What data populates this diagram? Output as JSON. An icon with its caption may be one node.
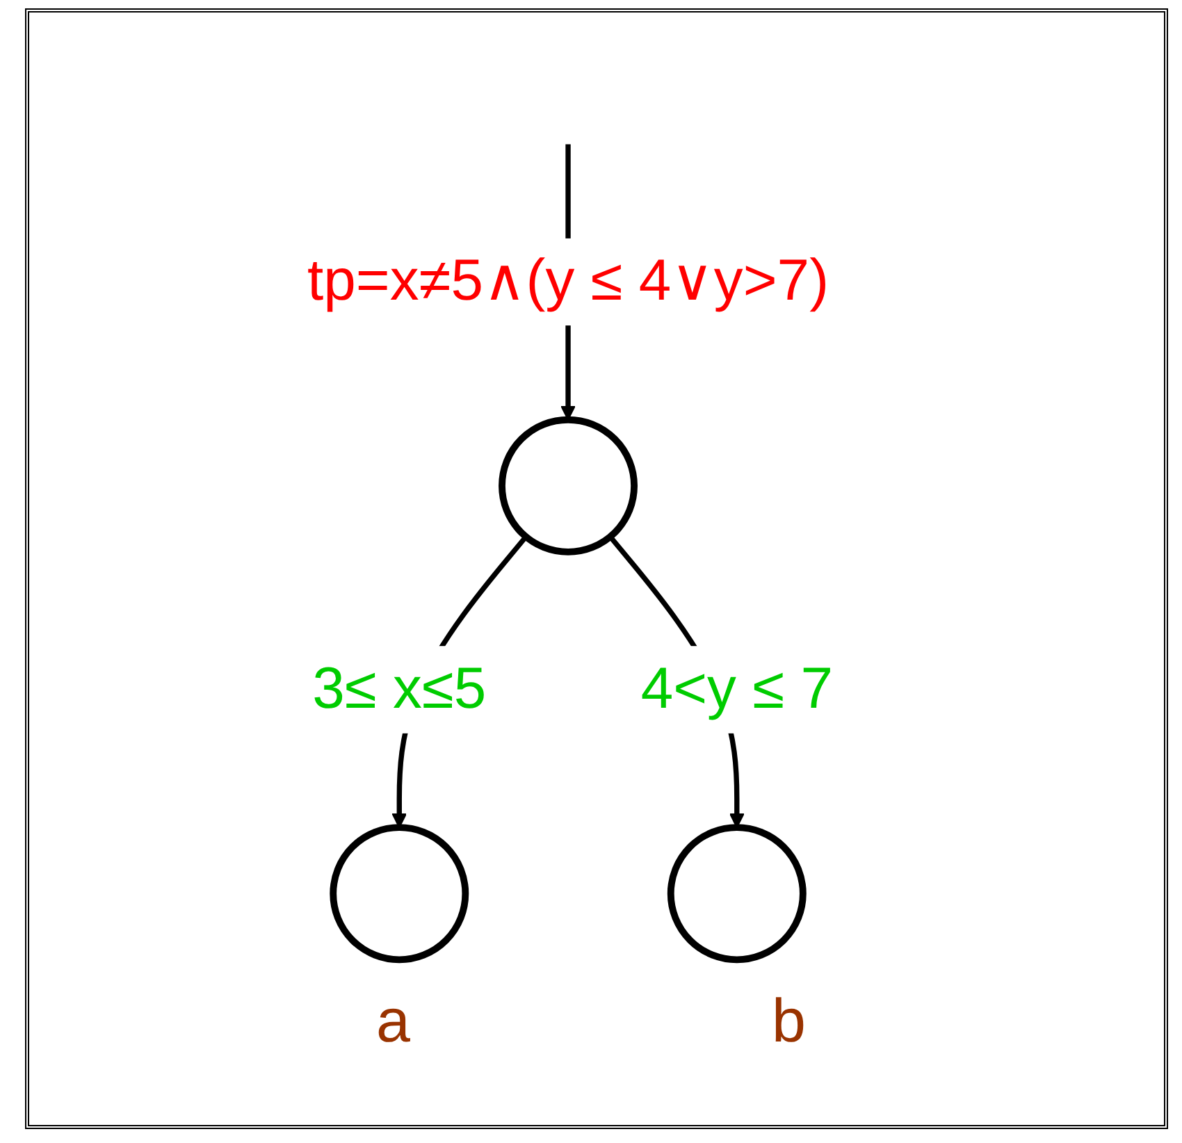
{
  "diagram": {
    "nodes": [
      {
        "text": [],
        "shape": "circle"
      },
      {
        "text": [],
        "shape": "circle"
      },
      {
        "text": [],
        "shape": "circle"
      }
    ],
    "edges": [
      {
        "from": null,
        "to": 0,
        "arrow": "to",
        "label": "tp=x≠5∧(y ≤ 4∨y>7)"
      },
      {
        "from": 0,
        "to": 1,
        "arrow": "to",
        "label": "3≤ x≤5"
      },
      {
        "from": 0,
        "to": 2,
        "arrow": "to",
        "label": "4<y ≤ 7"
      }
    ],
    "labels": [
      "a",
      "b"
    ]
  }
}
